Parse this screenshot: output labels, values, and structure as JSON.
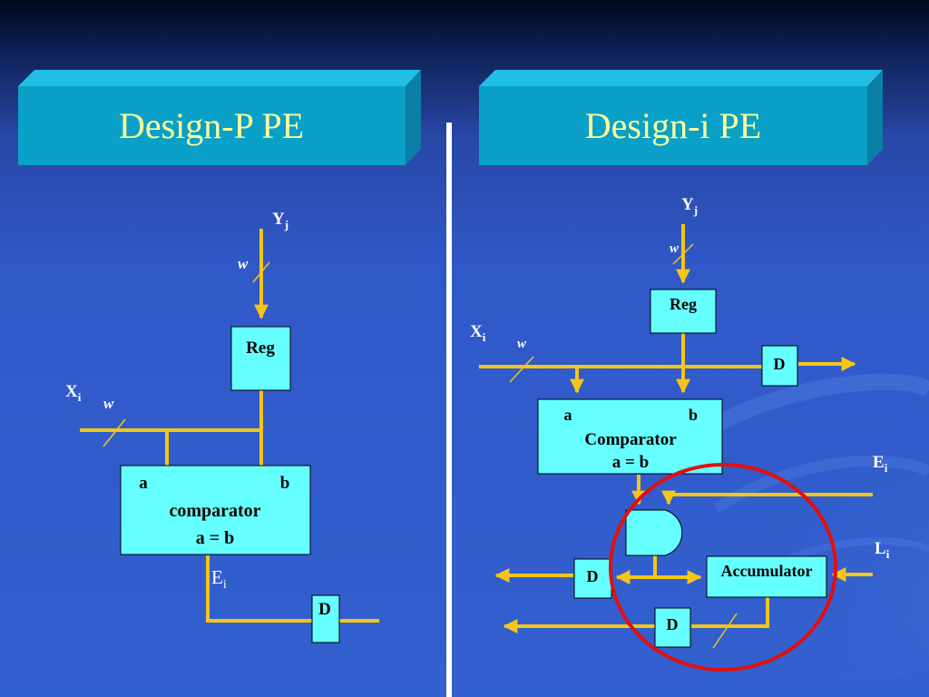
{
  "colors": {
    "background": "#3360cf",
    "banner_front": "#0aa0c8",
    "banner_top": "#21bfe3",
    "banner_side": "#0b7fa6",
    "banner_text": "#ffff99",
    "wire": "#f5c518",
    "box_fill": "#66ffff",
    "divider": "#ffffff",
    "highlight_circle": "#e01010",
    "label": "#ffffff",
    "box_text": "#000000"
  },
  "left": {
    "title": "Design-P PE",
    "y_label": "Y",
    "y_sub": "j",
    "w_top": "w",
    "reg": "Reg",
    "x_label": "X",
    "x_sub": "i",
    "w_left": "w",
    "comparator": {
      "a": "a",
      "b": "b",
      "name": "comparator",
      "eq": "a = b"
    },
    "e_label": "E",
    "e_sub": "i",
    "d": "D"
  },
  "right": {
    "title": "Design-i PE",
    "y_label": "Y",
    "y_sub": "j",
    "w_top": "w",
    "reg": "Reg",
    "x_label": "X",
    "x_sub": "i",
    "w_left": "w",
    "d_top": "D",
    "comparator": {
      "a": "a",
      "b": "b",
      "name": "Comparator",
      "eq": "a = b"
    },
    "e_label": "E",
    "e_sub": "i",
    "l_label": "L",
    "l_sub": "i",
    "d_mid": "D",
    "accumulator": "Accumulator",
    "d_bottom": "D"
  }
}
